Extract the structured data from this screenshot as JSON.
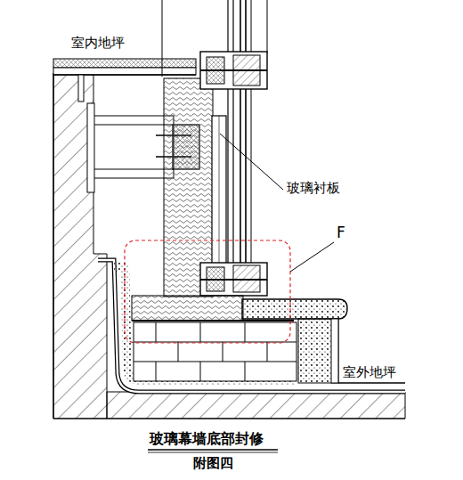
{
  "diagram": {
    "title": "玻璃幕墙底部封修",
    "caption": "附图四",
    "labels": [
      "室内地坪",
      "玻璃衬板",
      "F",
      "室外地坪"
    ]
  }
}
